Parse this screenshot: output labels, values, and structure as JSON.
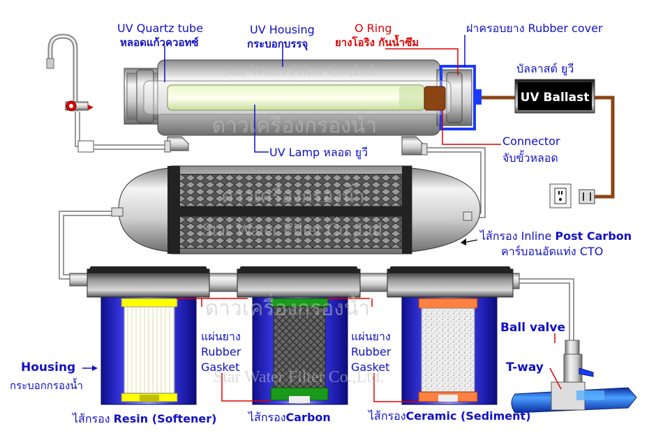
{
  "labels": {
    "quartz_tube_en": "UV Quartz tube",
    "quartz_tube_th": "หลอดแก้วควอทซ์",
    "uv_housing_en": "UV Housing",
    "uv_housing_th": "กระบอกบรรจุ",
    "o_ring_en": "O Ring",
    "o_ring_th": "ยางโอริง กันน้ำซึม",
    "rubber_cover": "ฝาครอบยาง Rubber cover",
    "ballast_th": "บัลลาสต์ ยูวี",
    "ballast_box": "UV Ballast",
    "connector_en": "Connector",
    "connector_th": "จับขั้วหลอด",
    "uv_lamp": "UV Lamp หลอด ยูวี",
    "post_carbon_prefix": "ไส้กรอง Inline ",
    "post_carbon_bold": "Post Carbon",
    "post_carbon_th": "คาร์บอนอัดแท่ง CTO",
    "gasket1_l1": "แผ่นยาง",
    "gasket1_l2": "Rubber",
    "gasket1_l3": "Gasket",
    "gasket2_l1": "แผ่นยาง",
    "gasket2_l2": "Rubber",
    "gasket2_l3": "Gasket",
    "ball_valve": "Ball valve",
    "t_way": "T-way",
    "housing_en": "Housing",
    "housing_th": "กระบอกกรองน้ำ",
    "resin_prefix": "ไส้กรอง ",
    "resin_bold": "Resin (Softener)",
    "carbon_prefix": "ไส้กรอง",
    "carbon_bold": "Carbon",
    "ceramic_prefix": "ไส้กรอง",
    "ceramic_bold": "Ceramic (Sediment)"
  },
  "watermarks": {
    "company_en": "Star Water Filter Co.,Ltd.",
    "company_th": "ดาวเครื่องกรองน้ำ"
  },
  "colors": {
    "label_blue": "#1010c8",
    "label_red": "#e00000",
    "housing_blue": "#1818c8",
    "ballast_bg": "#000000",
    "power_cord": "#8b4513"
  }
}
